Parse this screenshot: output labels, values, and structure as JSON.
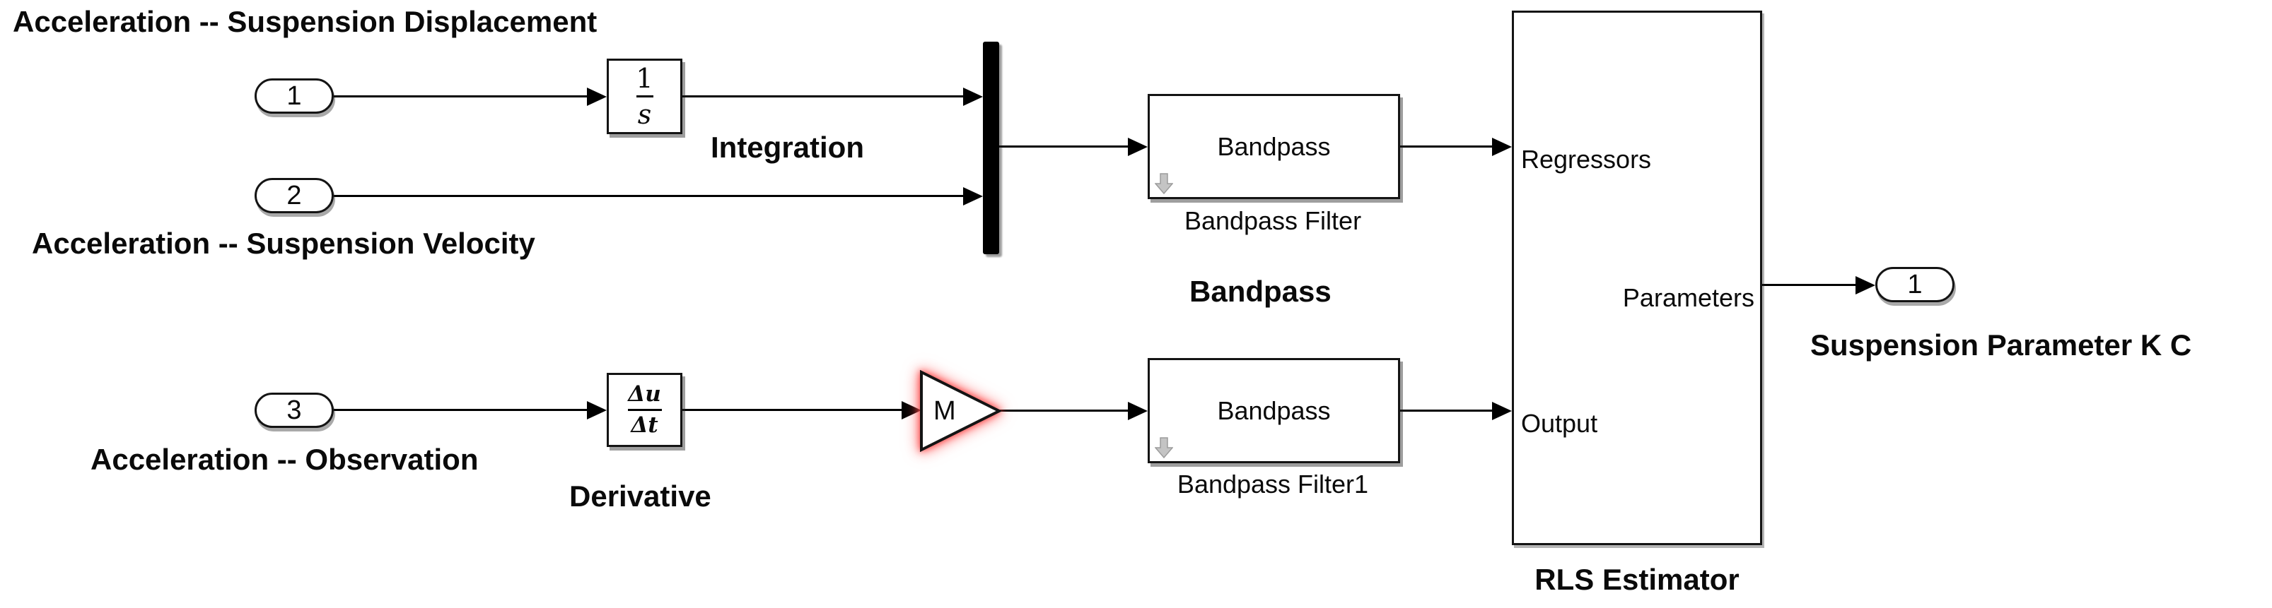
{
  "colors": {
    "background": "#ffffff",
    "line": "#000000",
    "block_fill": "#ffffff",
    "block_border": "#141414",
    "gain_glow": "#ff4444",
    "indicator_gray": "#c4c4c4",
    "text": "#0a0a0a"
  },
  "inports": [
    {
      "id": "1",
      "label": "Acceleration -- Suspension Displacement"
    },
    {
      "id": "2",
      "label": "Acceleration -- Suspension Velocity"
    },
    {
      "id": "3",
      "label": "Acceleration -- Observation"
    }
  ],
  "outports": [
    {
      "id": "1",
      "label": "Suspension Parameter K C"
    }
  ],
  "blocks": {
    "integrator": {
      "numerator": "1",
      "denominator": "s",
      "name": "Integration"
    },
    "derivative": {
      "numerator": "Δu",
      "denominator": "Δt",
      "name": "Derivative"
    },
    "gain": {
      "value": "M"
    },
    "mux": {
      "type": "mux"
    },
    "bandpass_filter": {
      "text": "Bandpass",
      "name": "Bandpass Filter"
    },
    "bandpass_filter1": {
      "text": "Bandpass",
      "name": "Bandpass Filter1"
    },
    "rls_estimator": {
      "name": "RLS Estimator",
      "port_in_1": "Regressors",
      "port_in_2": "Output",
      "port_out_1": "Parameters"
    }
  },
  "annotations": {
    "bandpass_group": "Bandpass"
  },
  "icons": {
    "customizable_block_indicator": "down-arrow"
  }
}
